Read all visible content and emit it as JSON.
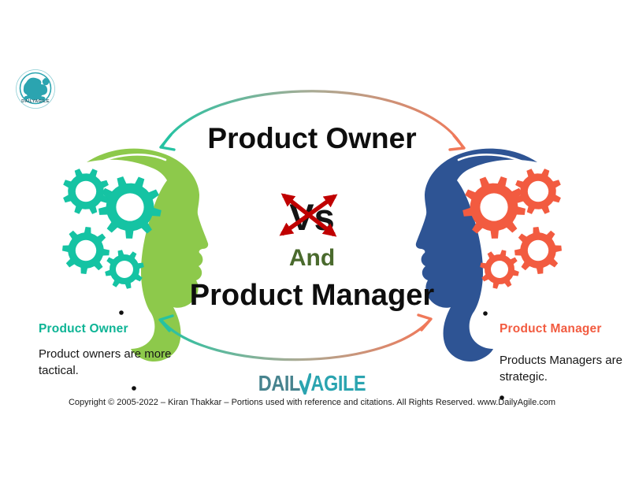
{
  "header_logo": {
    "brand": "DAILYAGILE"
  },
  "titles": {
    "top": "Product Owner",
    "vs": "Vs",
    "connector": "And",
    "bottom": "Product Manager"
  },
  "left_panel": {
    "label": "Product Owner",
    "description": "Product owners are more tactical."
  },
  "right_panel": {
    "label": "Product Manager",
    "description": "Products Managers are strategic."
  },
  "footer": {
    "brand_part1": "DAIL",
    "brand_part2": "AGILE",
    "copyright": "Copyright © 2005-2022 – Kiran Thakkar – Portions used with reference and citations. All Rights Reserved.  www.DailyAgile.com"
  },
  "colors": {
    "head_left": "#8dc94b",
    "gears_left": "#15c3a3",
    "head_right": "#2e5494",
    "gears_right": "#f25b40",
    "label_left": "#0db495",
    "label_right": "#f25b40",
    "and_text": "#4a6a2d",
    "vs_cross": "#c00000",
    "arc_teal": "#25c2a2",
    "arc_mid": "#a9ab95",
    "arc_salmon": "#f0795a",
    "brand_teal": "#2ba4b0",
    "brand_slate": "#47838e"
  }
}
